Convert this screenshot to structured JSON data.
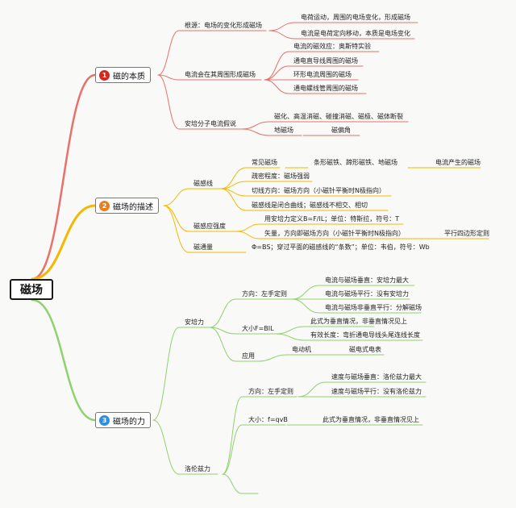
{
  "root": {
    "label": "磁场"
  },
  "colors": {
    "branch1": "#e8716a",
    "branch2": "#f5b800",
    "branch3": "#8fd26e",
    "badge1": "#d9261c",
    "badge2": "#e67e22",
    "badge3": "#2e8fe0"
  },
  "branches": {
    "b1": {
      "badge": "1",
      "label": "磁的本质",
      "origin": {
        "label": "根源：电场的变化形成磁场",
        "items": [
          "电荷运动，周围的电场变化，形成磁场",
          "电流是电荷定向移动，本质是电场变化"
        ]
      },
      "current": {
        "label": "电流会在其周围形成磁场",
        "items": [
          "电流的磁效应：奥斯特实验",
          "通电直导线周围的磁场",
          "环形电流周围的磁场",
          "通电螺线管周围的磁场"
        ]
      },
      "ampere": {
        "label": "安培分子电流假说",
        "items": [
          "磁化、高温消磁、碰撞消磁、磁极、磁体断裂",
          "地磁场"
        ],
        "sub": "磁偏角"
      }
    },
    "b2": {
      "badge": "2",
      "label": "磁场的描述",
      "lines": {
        "label": "磁感线",
        "common": "常见磁场",
        "magnets": "条形磁铁、蹄形磁铁、地磁场",
        "current_field": "电流产生的磁场",
        "items": [
          "疏密程度：磁场强弱",
          "切线方向：磁场方向（小磁针平衡时N极指向）",
          "磁感线是闭合曲线；磁感线不相交、相切"
        ]
      },
      "intensity": {
        "label": "磁感应强度",
        "items": [
          "用安培力定义B=F/IL；单位：特斯拉，符号：T",
          "矢量，方向即磁场方向（小磁针平衡时N极指向）"
        ],
        "sub": "平行四边形定则"
      },
      "flux": {
        "label": "磁通量",
        "def": "Φ=BS；穿过平面的磁感线的“条数”；单位：韦伯，符号：Wb"
      }
    },
    "b3": {
      "badge": "3",
      "label": "磁场的力",
      "ampere": {
        "label": "安培力",
        "direction": {
          "label": "方向：左手定则",
          "items": [
            "电流与磁场垂直：安培力最大",
            "电流与磁场平行：没有安培力",
            "电流与磁场非垂直平行：分解磁场"
          ]
        },
        "magnitude": {
          "label": "大小F=BIL",
          "items": [
            "此式为垂直情况，非垂直情况见上",
            "有效长度：弯折通电导线头尾连线长度"
          ]
        },
        "application": {
          "label": "应用",
          "motor": "电动机",
          "meter": "磁电式电表"
        }
      },
      "lorentz": {
        "label": "洛伦兹力",
        "direction": {
          "label": "方向：左手定则",
          "items": [
            "速度与磁场垂直：洛伦兹力最大",
            "速度与磁场平行：没有洛伦兹力"
          ]
        },
        "magnitude": {
          "label": "大小：f=qvB",
          "note": "此式为垂直情况，非垂直情况见上"
        }
      }
    }
  }
}
